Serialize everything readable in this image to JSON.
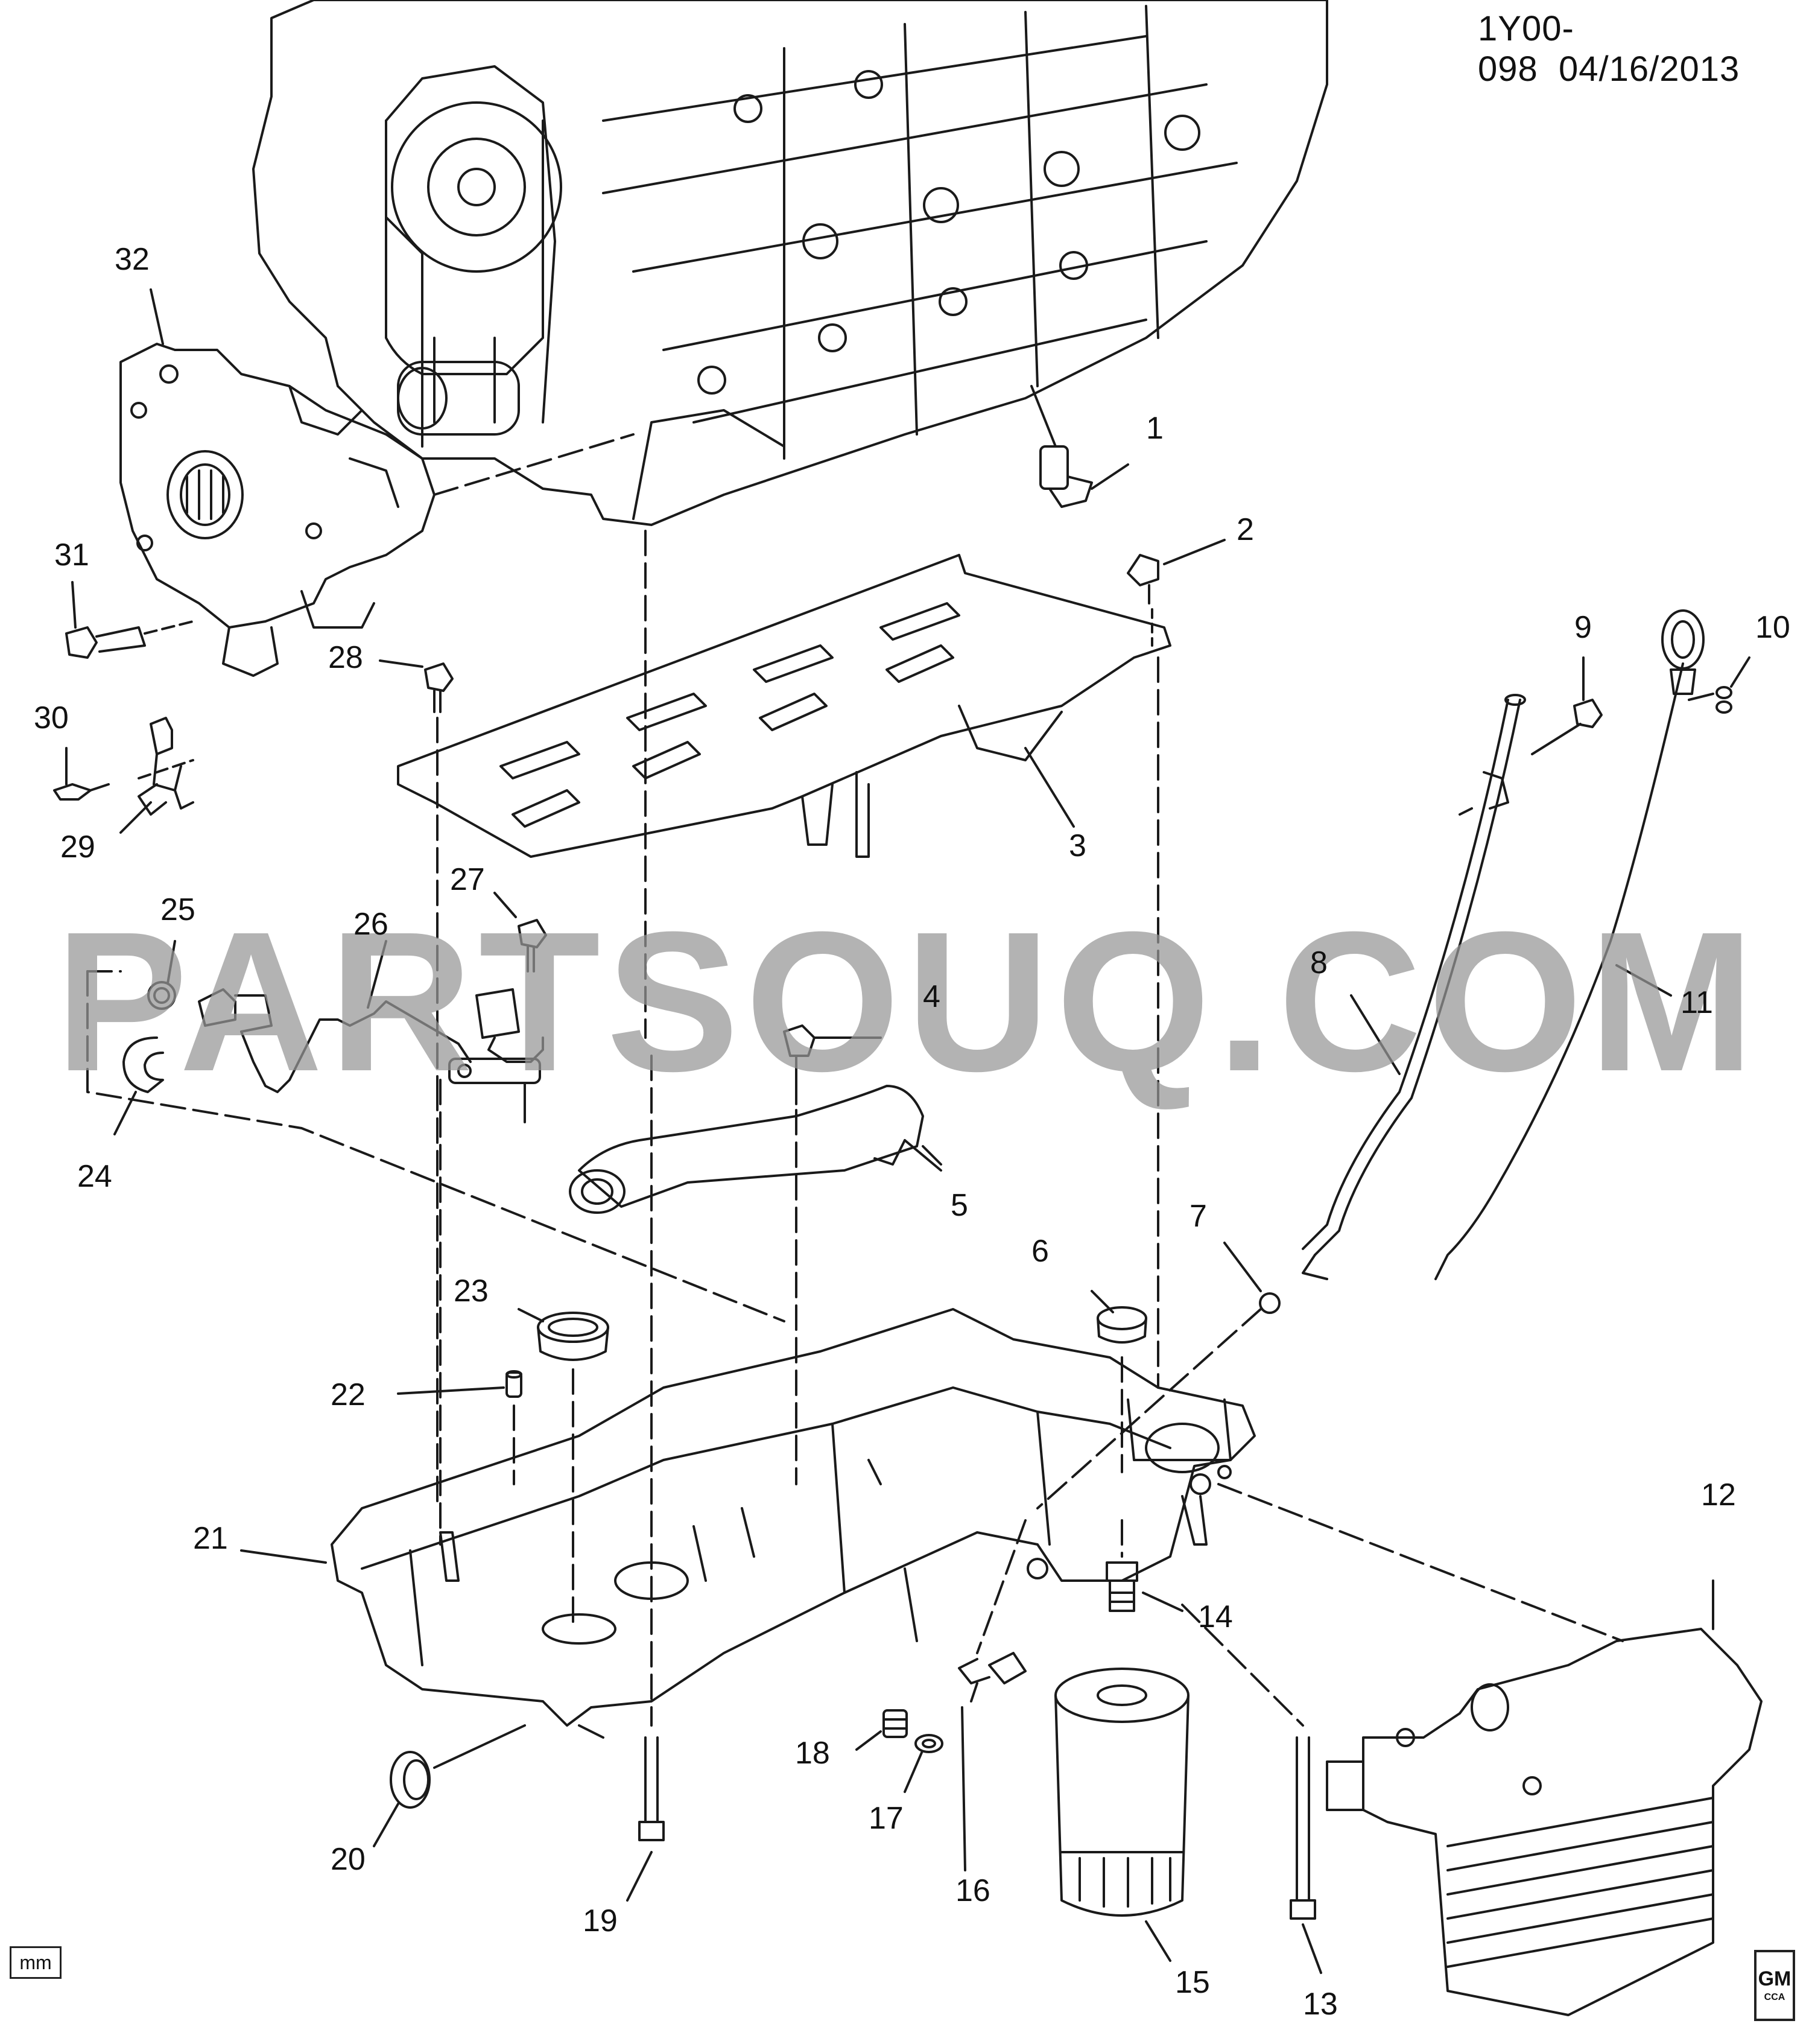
{
  "header": {
    "diagram_number": "1Y00-098",
    "date": "04/16/2013"
  },
  "watermark": "PARTSOUQ.COM",
  "unit": "mm",
  "logo": {
    "brand": "GM",
    "sub": "CCA"
  },
  "callouts": {
    "c1": "1",
    "c2": "2",
    "c3": "3",
    "c4": "4",
    "c5": "5",
    "c6": "6",
    "c7": "7",
    "c8": "8",
    "c9": "9",
    "c10": "10",
    "c11": "11",
    "c12": "12",
    "c13": "13",
    "c14": "14",
    "c15": "15",
    "c16": "16",
    "c17": "17",
    "c18": "18",
    "c19": "19",
    "c20": "20",
    "c21": "21",
    "c22": "22",
    "c23": "23",
    "c24": "24",
    "c25": "25",
    "c26": "26",
    "c27": "27",
    "c28": "28",
    "c29": "29",
    "c30": "30",
    "c31": "31",
    "c32": "32"
  },
  "colors": {
    "line": "#1a1a1a",
    "watermark": "#969696"
  }
}
